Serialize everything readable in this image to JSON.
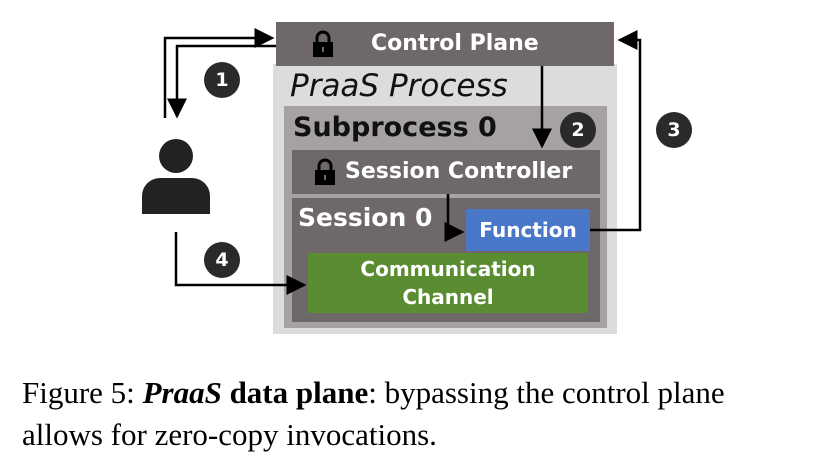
{
  "diagram": {
    "control_plane": "Control Plane",
    "process_title": "PraaS Process",
    "subprocess_title": "Subprocess 0",
    "session_controller": "Session Controller",
    "session_title": "Session 0",
    "function": "Function",
    "channel_line1": "Communication",
    "channel_line2": "Channel",
    "steps": [
      "1",
      "2",
      "3",
      "4"
    ]
  },
  "caption": {
    "prefix": "Figure 5: ",
    "name": "PraaS",
    "bold_rest": " data plane",
    "rest": ": bypassing the control plane",
    "line2": "allows for zero-copy invocations."
  },
  "colors": {
    "dark_gray": "#6e6968",
    "mid_gray": "#a5a2a1",
    "light_gray": "#dcdcdc",
    "function_blue": "#4a78c9",
    "channel_green": "#5a8c32"
  }
}
